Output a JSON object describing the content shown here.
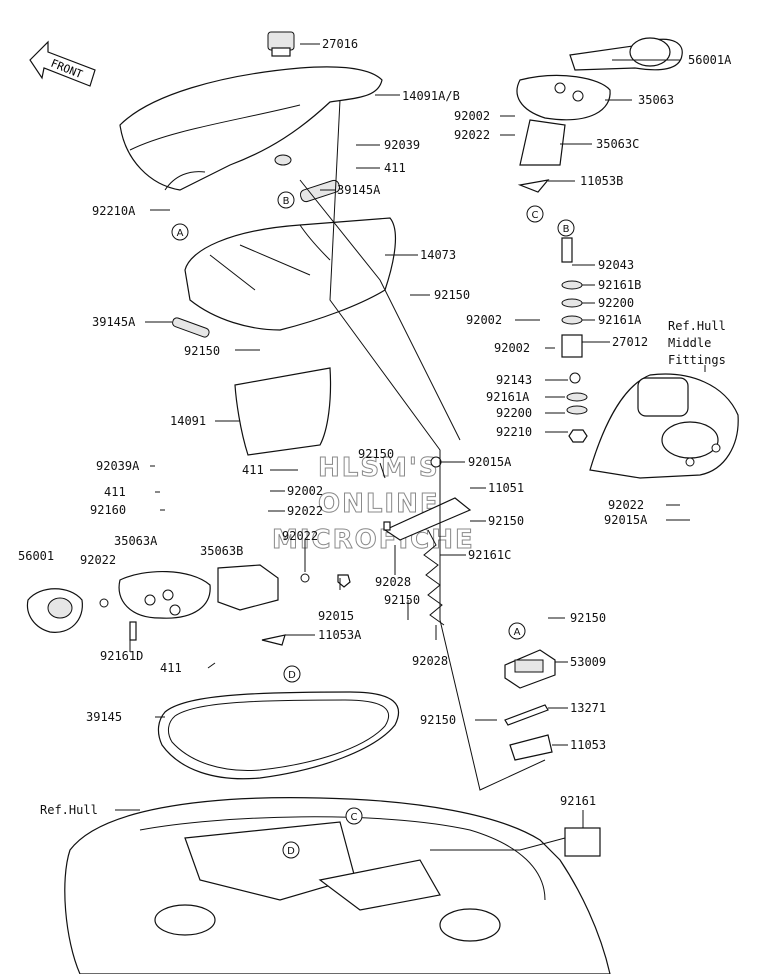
{
  "front_label": "FRONT",
  "watermark": [
    "HLSM'S",
    "ONLINE",
    "MICROFICHE"
  ],
  "ref_notes": {
    "hull_middle": [
      "Ref.Hull",
      "Middle",
      "Fittings"
    ],
    "hull": "Ref.Hull"
  },
  "callout_letters": [
    "A",
    "B",
    "C",
    "D"
  ],
  "parts": {
    "p27016": "27016",
    "p14091AB": "14091A/B",
    "p92039": "92039",
    "p411a": "411",
    "p39145A": "39145A",
    "p92210A": "92210A",
    "p14073": "14073",
    "p92150a": "92150",
    "p39145A2": "39145A",
    "p92150b": "92150",
    "p14091": "14091",
    "p411b": "411",
    "p56001A": "56001A",
    "p35063": "35063",
    "p92002a": "92002",
    "p92022a": "92022",
    "p35063C": "35063C",
    "p11053B": "11053B",
    "p92043": "92043",
    "p92161B": "92161B",
    "p92200a": "92200",
    "p92002b": "92002",
    "p92161Aa": "92161A",
    "p92002c": "92002",
    "p27012": "27012",
    "p92143": "92143",
    "p92161Ab": "92161A",
    "p92200b": "92200",
    "p92210": "92210",
    "p92022b": "92022",
    "p92015Aa": "92015A",
    "p92150c": "92150",
    "p92015Ab": "92015A",
    "p11051": "11051",
    "p92150d": "92150",
    "p92161C": "92161C",
    "p92028a": "92028",
    "p92150e": "92150",
    "p92028b": "92028",
    "p92039A": "92039A",
    "p411c": "411",
    "p92160": "92160",
    "p92002d": "92002",
    "p92022c": "92022",
    "p92022d": "92022",
    "p56001": "56001",
    "p92022e": "92022",
    "p35063A": "35063A",
    "p35063B": "35063B",
    "p92015": "92015",
    "p11053A": "11053A",
    "p92161D": "92161D",
    "p411d": "411",
    "p92150f": "92150",
    "p53009": "53009",
    "p13271": "13271",
    "p92150g": "92150",
    "p11053": "11053",
    "p39145": "39145",
    "p92161": "92161"
  }
}
